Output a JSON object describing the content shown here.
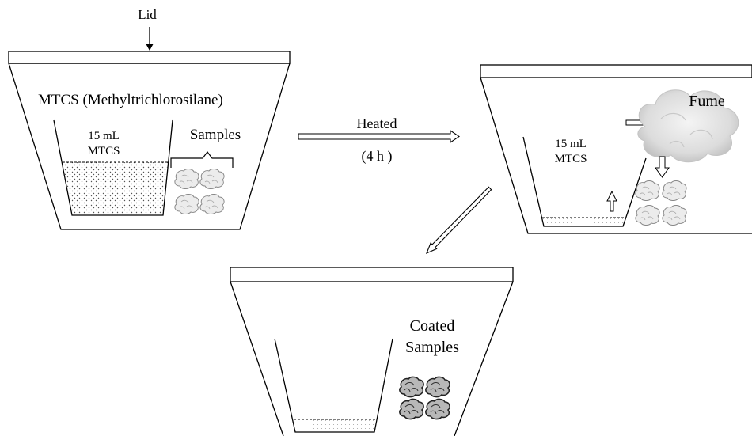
{
  "labels": {
    "lid": "Lid",
    "reagent_name": "MTCS (Methyltrichlorosilane)",
    "volume_1": "15 mL",
    "reagent_1": "MTCS",
    "samples": "Samples",
    "step_action": "Heated",
    "step_duration": "(4 h )",
    "fume": "Fume",
    "volume_2": "15 mL",
    "reagent_2": "MTCS",
    "coated_line1": "Coated",
    "coated_line2": "Samples"
  }
}
